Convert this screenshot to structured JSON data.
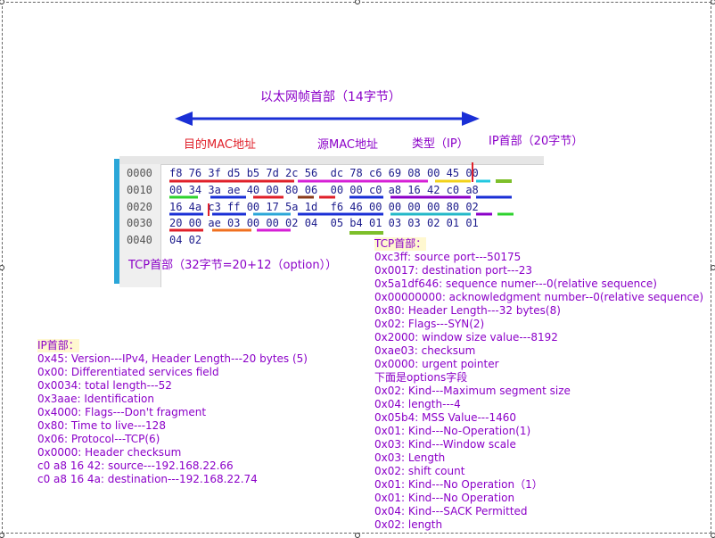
{
  "labels": {
    "ethernet_header": "以太网帧首部（14字节）",
    "dest_mac": "目的MAC地址",
    "src_mac": "源MAC地址",
    "type": "类型（IP）",
    "ip_header_len": "IP首部（20字节）",
    "tcp_header_len": "TCP首部（32字节=20+12（option））"
  },
  "hex_dump": {
    "offsets": [
      "0000",
      "0010",
      "0020",
      "0030",
      "0040"
    ],
    "rows": [
      "f8 76 3f d5 b5 7d 2c 56  dc 78 c6 69 08 00 45 00",
      "00 34 3a ae 40 00 80 06  00 00 c0 a8 16 42 c0 a8",
      "16 4a c3 ff 00 17 5a 1d  f6 46 00 00 00 00 80 02",
      "20 00 ae 03 00 00 02 04  05 b4 01 03 03 02 01 01",
      "04 02"
    ]
  },
  "ip_header": {
    "title": "IP首部：",
    "lines": [
      "0x45: Version---IPv4, Header Length---20 bytes (5)",
      "0x00: Differentiated services field",
      "0x0034: total length---52",
      "0x3aae: Identification",
      "0x4000: Flags---Don't fragment",
      "0x80: Time to live---128",
      "0x06: Protocol---TCP(6)",
      "0x0000: Header checksum",
      "c0 a8 16 42: source---192.168.22.66",
      "c0 a8 16 4a: destination---192.168.22.74"
    ]
  },
  "tcp_header": {
    "title": "TCP首部：",
    "lines": [
      "0xc3ff: source port---50175",
      "0x0017: destination port---23",
      "0x5a1df646: sequence numer---0(relative sequence)",
      "0x00000000: acknowledgment number--0(relative sequence)",
      "0x80: Header Length---32 bytes(8)",
      "0x02: Flags---SYN(2)",
      "0x2000: window size value---8192",
      "0xae03: checksum",
      "0x0000: urgent pointer",
      "下面是options字段",
      "0x02: Kind---Maximum segment size",
      "0x04: length---4",
      "0x05b4: MSS Value---1460",
      "0x01: Kind---No-Operation(1)",
      "0x03: Kind---Window scale",
      "0x03: Length",
      "0x02: shift count",
      "0x01: Kind---No Operation（1）",
      "0x01: Kind---No Operation",
      "0x04: Kind---SACK Permitted",
      "0x02: length"
    ]
  },
  "colors": {
    "label_purple": "#8b00c8",
    "label_red": "#e0202a",
    "arrow_blue": "#1a2fd6",
    "hex_text": "#1c1c8c",
    "panel_accent": "#2aa6d8"
  }
}
